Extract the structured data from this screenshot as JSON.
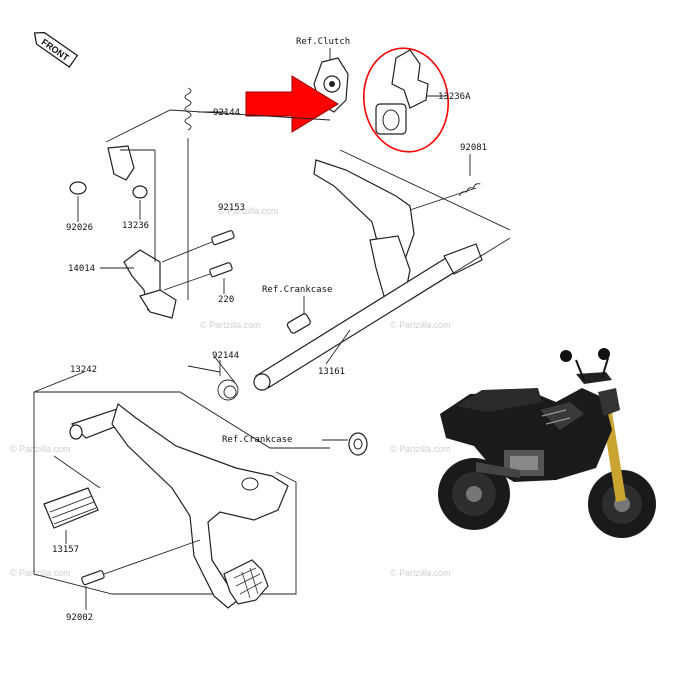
{
  "front_tag": "FRONT",
  "refs": {
    "clutch": "Ref.Clutch",
    "crankcase_upper": "Ref.Crankcase",
    "crankcase_lower": "Ref.Crankcase"
  },
  "parts": {
    "p13236A": "13236A",
    "p92144_top": "92144",
    "p92081": "92081",
    "p92026": "92026",
    "p13236": "13236",
    "p92153": "92153",
    "p14014": "14014",
    "p220": "220",
    "p92144_mid": "92144",
    "p13161": "13161",
    "p13242": "13242",
    "p13157": "13157",
    "p92002": "92002"
  },
  "watermark": "© Partzilla.com",
  "colors": {
    "highlight": "#ff0000",
    "arrow": "#ff0000",
    "lines": "#222222",
    "motorcycle": "#1b1b1b",
    "background": "#ffffff"
  }
}
